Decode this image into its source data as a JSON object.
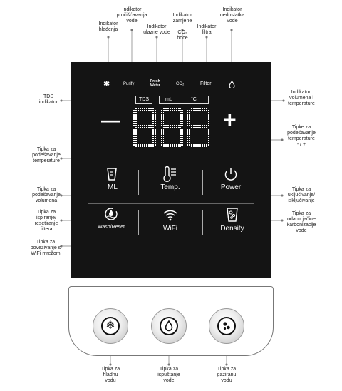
{
  "callouts": {
    "hladjenja": "Indikator\nhlađenja",
    "prociscavanja": "Indikator\npročišćavanja\nvode",
    "ulazne": "Indikator\nulazne vode",
    "co2_top": "Indikator\nzamjene",
    "co2_bottom": "boce",
    "filtra": "Indikator\nfiltra",
    "nedostatka": "Indikator\nnedostatka\nvode",
    "tds": "TDS\nindikator",
    "volumena_temp": "Indikatori\nvolumena i\ntemperature",
    "plus": "Tipke za\npodešavanje\ntemperature\n- / +",
    "temp_btn": "Tipka za\npodešavanje\ntemperature",
    "vol_btn": "Tipka za\npodešavanje\nvolumena",
    "power_btn": "Tipka za\nuključivanje/\nisključivanje",
    "wash_btn": "Tipka za\nispiranje/\nresetiranje\nfiltera",
    "wifi_btn": "Tipka za\npovezivanje s\nWiFi mrežom",
    "density_btn": "Tipka za\nodabir jačine\nkarbonizacije\nvode",
    "cold": "Tipka za\nhladnu\nvodu",
    "still": "Tipka za\nispuštanje\nvode",
    "sparkling": "Tipka za\ngaziranu\nvodu"
  },
  "panel": {
    "purify": "Purify",
    "fresh1": "Fresh",
    "fresh2": "Water",
    "co2": "CO₂",
    "filter": "Filter",
    "tds": "TDS",
    "ml": "mL",
    "celsius": "°C",
    "minus": "—",
    "plus": "+",
    "btn_ml": "ML",
    "btn_temp": "Temp.",
    "btn_power": "Power",
    "btn_wash": "Wash/Reset",
    "btn_wifi": "WiFi",
    "btn_density": "Density"
  },
  "icons": [
    "snowflake-icon",
    "droplet-icon",
    "cup-icon",
    "thermometer-icon",
    "power-icon",
    "wash-icon",
    "wifi-icon",
    "bubbles-icon"
  ]
}
